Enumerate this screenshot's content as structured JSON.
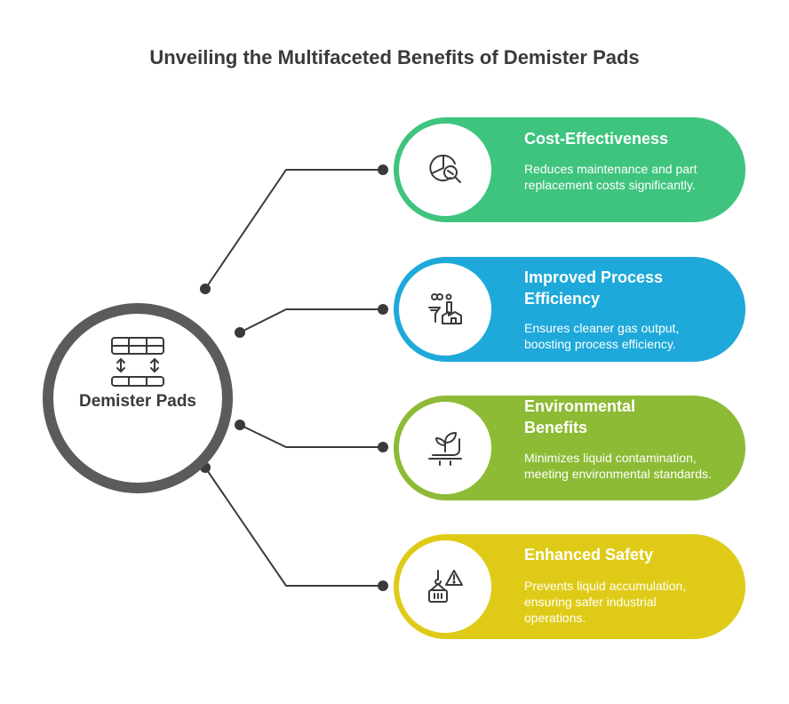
{
  "title": "Unveiling the Multifaceted Benefits of Demister Pads",
  "center": {
    "label": "Demister Pads",
    "icon": "demister-pad-icon"
  },
  "colors": {
    "hub_ring": "#5b5b5b",
    "connector": "#3a3a3a"
  },
  "benefits": [
    {
      "title": "Cost-Effectiveness",
      "description": "Reduces maintenance and part replacement costs significantly.",
      "color": "#3ec47e",
      "icon": "cost-analysis-icon"
    },
    {
      "title": "Improved Process Efficiency",
      "description": "Ensures cleaner gas output, boosting process efficiency.",
      "color": "#1ea9da",
      "icon": "factory-filter-icon"
    },
    {
      "title": "Environmental Benefits",
      "description": "Minimizes liquid contamination, meeting environmental standards.",
      "color": "#8dbb35",
      "icon": "plant-hand-icon"
    },
    {
      "title": "Enhanced Safety",
      "description": "Prevents liquid accumulation, ensuring safer industrial operations.",
      "color": "#dfcb17",
      "icon": "crane-warning-icon"
    }
  ]
}
